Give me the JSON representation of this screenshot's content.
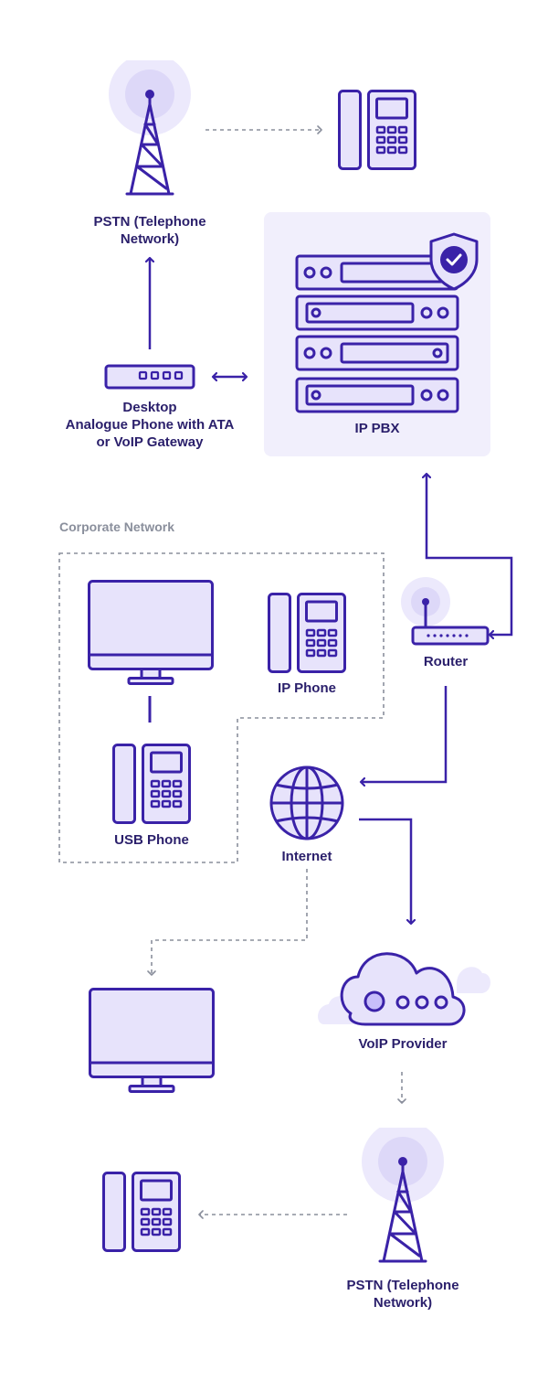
{
  "colors": {
    "stroke": "#3a22a8",
    "fill": "#e7e3fb",
    "panel": "#f1effc",
    "halo": "#ece9fc",
    "dashed": "#8a8f9c",
    "text": "#2a1f6b",
    "muted": "#8a8f9c"
  },
  "labels": {
    "pstn_top_line1": "PSTN (Telephone",
    "pstn_top_line2": "Network)",
    "desktop_line1": "Desktop",
    "desktop_line2": "Analogue Phone with ATA",
    "desktop_line3": "or VoIP Gateway",
    "ip_pbx": "IP PBX",
    "corporate_network": "Corporate Network",
    "ip_phone": "IP Phone",
    "usb_phone": "USB Phone",
    "router": "Router",
    "internet": "Internet",
    "voip_provider": "VoIP Provider",
    "pstn_bottom_line1": "PSTN (Telephone",
    "pstn_bottom_line2": "Network)"
  },
  "icons": [
    "tower-icon",
    "desk-phone-icon",
    "server-rack-icon",
    "shield-check-icon",
    "gateway-device-icon",
    "monitor-icon",
    "router-icon",
    "globe-icon",
    "cloud-icon"
  ]
}
